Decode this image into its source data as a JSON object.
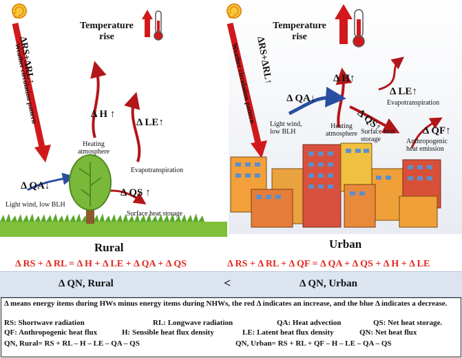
{
  "rural": {
    "title": "Rural",
    "temperature_rise": "Temperature rise",
    "incoming": "ΔRS+ΔRL↑",
    "weather": "Weather circulation pattern",
    "dH": "Δ H ↑",
    "heating": "Heating atmosphere",
    "dLE": "Δ LE↑",
    "evap": "Evapotranspiration",
    "dQA": "Δ QA↓",
    "wind": "Light wind, low BLH",
    "dQS": "Δ QS ↑",
    "storage": "Surface heat storage"
  },
  "urban": {
    "title": "Urban",
    "temperature_rise": "Temperature rise",
    "incoming": "ΔRS+ΔRL↑",
    "weather": "Weather circulation pattern",
    "dH": "Δ H↑",
    "dQA": "Δ QA↓",
    "wind": "Light wind, low BLH",
    "heating": "Heating atmosphere",
    "dLE": "Δ LE↑",
    "evap": "Evapotranspiration",
    "dQS": "Δ QS↑",
    "storage": "Surface heat storage",
    "dQF": "Δ QF↑",
    "anthro": "Anthropogenic heat emission"
  },
  "equations": {
    "rural": "Δ RS + Δ RL = Δ H + Δ LE + Δ QA + Δ QS",
    "urban": "Δ RS + Δ RL + Δ QF = Δ QA + Δ QS + Δ H + Δ LE"
  },
  "comparison": {
    "left": "Δ QN, Rural",
    "op": "<",
    "right": "Δ QN, Urban"
  },
  "legend": {
    "note": "Δ means energy items during HWs minus energy items during NHWs, the red Δ indicates an increase, and the blue Δ indicates a decrease.",
    "rs": "RS: Shortwave radiation",
    "rl": "RL: Longwave radiation",
    "qa": "QA: Heat advection",
    "qs": "QS: Net heat storage.",
    "qf": "QF: Anthropogenic heat flux",
    "h": "H: Sensible heat flux density",
    "le": "LE: Latent heat flux density",
    "qn": "QN: Net heat flux",
    "qn_rural": "QN, Rural= RS + RL – H – LE – QA – QS",
    "qn_urban": "QN, Urban= RS + RL + QF – H – LE – QA – QS"
  }
}
